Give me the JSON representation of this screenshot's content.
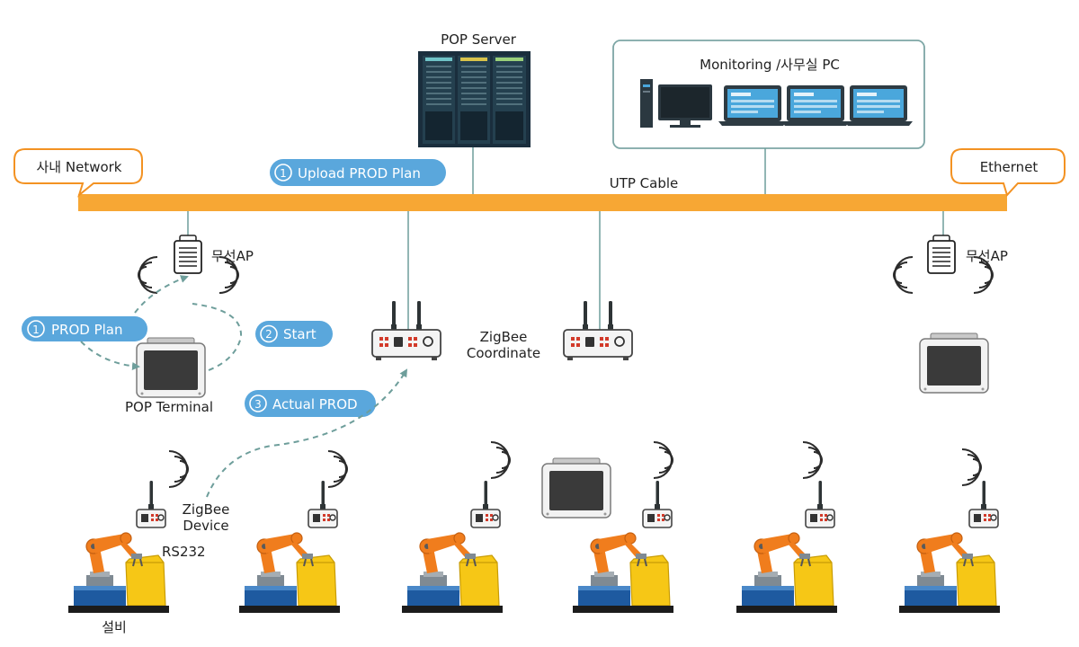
{
  "labels": {
    "pop_server": "POP Server",
    "monitoring": "Monitoring /사무실 PC",
    "intranet": "사내 Network",
    "ethernet": "Ethernet",
    "utp_cable": "UTP Cable",
    "ap_left": "무선AP",
    "ap_right": "무선AP",
    "pop_terminal": "POP Terminal",
    "zigbee_coord_line1": "ZigBee",
    "zigbee_coord_line2": "Coordinate",
    "zigbee_device_line1": "ZigBee",
    "zigbee_device_line2": "Device",
    "rs232": "RS232",
    "equipment": "설비"
  },
  "steps": {
    "upload": {
      "num": "1",
      "text": "Upload PROD Plan"
    },
    "prod_plan": {
      "num": "1",
      "text": "PROD Plan"
    },
    "start": {
      "num": "2",
      "text": "Start"
    },
    "actual": {
      "num": "3",
      "text": "Actual PROD"
    }
  },
  "colors": {
    "cable": "#f7a734",
    "bubble": "#f39222",
    "step": "#5aa7dc",
    "line": "#6e9e9b",
    "server": "#1a2e3d",
    "robot_arm": "#f07d1d",
    "robot_base": "#1e5aa0",
    "bin": "#f6c716",
    "device": "#455055"
  }
}
